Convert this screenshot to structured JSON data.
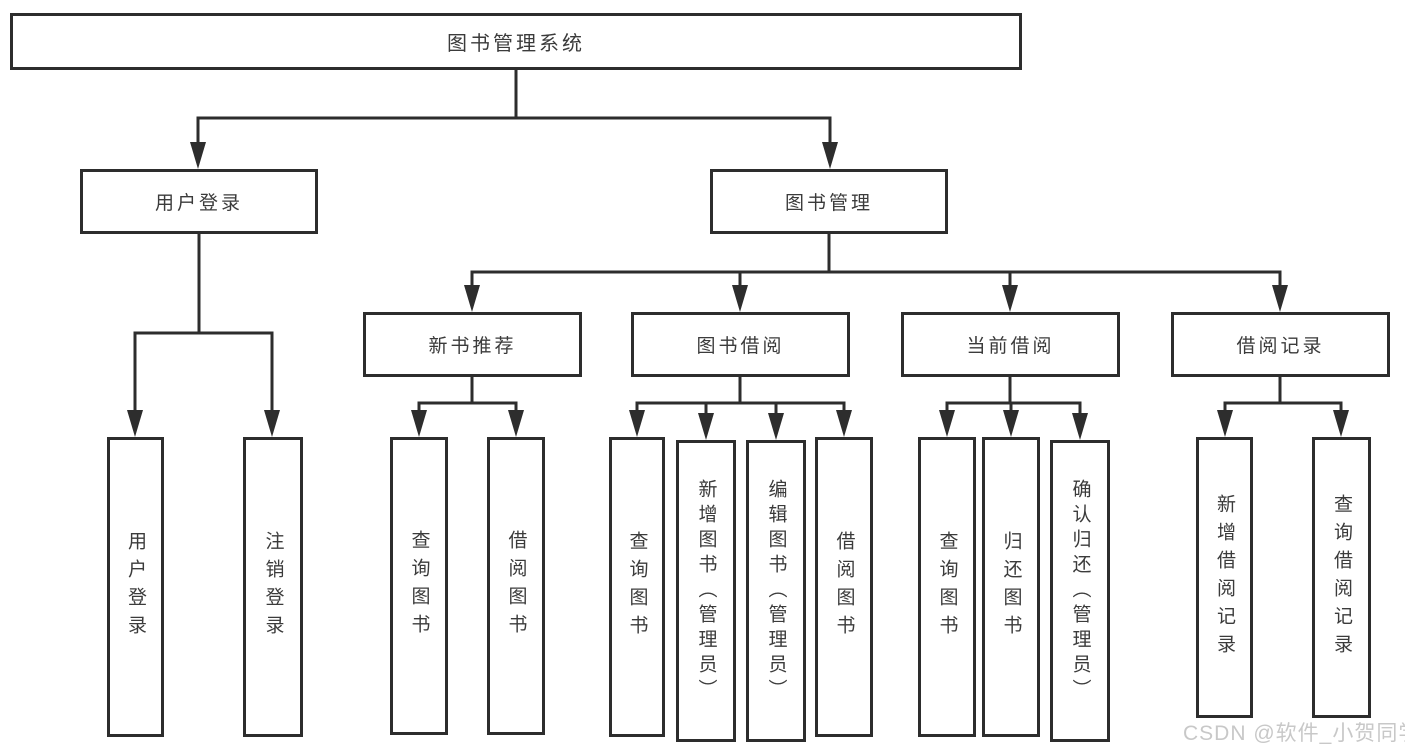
{
  "nodes": {
    "root": "图书管理系统",
    "user_login_group": "用户登录",
    "book_management": "图书管理",
    "new_book_recommend": "新书推荐",
    "book_borrow": "图书借阅",
    "current_borrow": "当前借阅",
    "borrow_records": "借阅记录",
    "user_login": "用户登录",
    "logout_login": "注销登录",
    "nb_query_books": "查询图书",
    "nb_borrow_books": "借阅图书",
    "bb_query_books": "查询图书",
    "bb_add_books": "新增图书（管理员）",
    "bb_edit_books": "编辑图书（管理员）",
    "bb_borrow_books": "借阅图书",
    "cb_query_books": "查询图书",
    "cb_return_books": "归还图书",
    "cb_confirm_return": "确认归还（管理员）",
    "br_add_record": "新增借阅记录",
    "br_query_record": "查询借阅记录"
  },
  "watermark": "CSDN @软件_小贺同学",
  "colors": {
    "line": "#2d2d2d",
    "border": "#2d2d2d",
    "text": "#3b3b3b",
    "watermark": "#c8c8c8",
    "background": "#ffffff"
  }
}
